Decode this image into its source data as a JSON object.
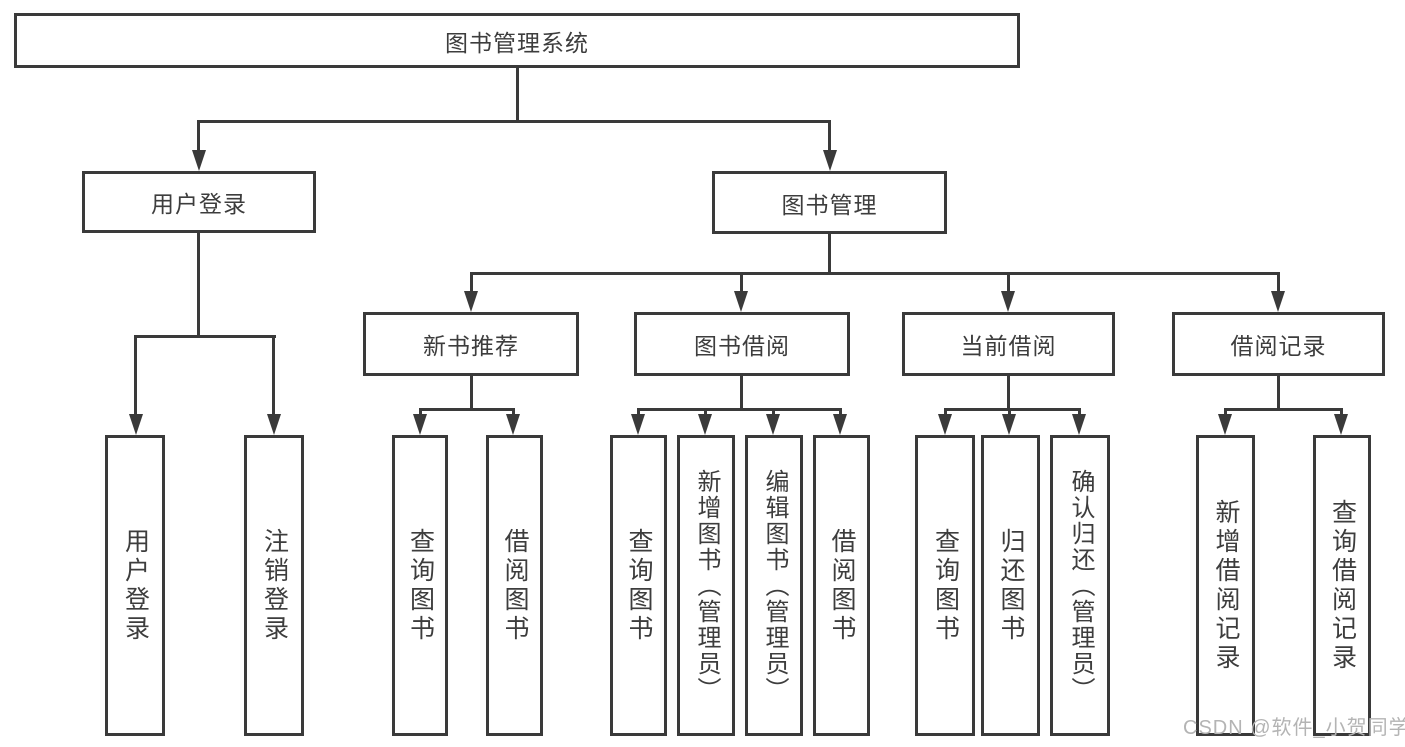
{
  "colors": {
    "line": "#3a3a3a",
    "text": "#3d3d3d",
    "watermark": "#b4b4b4",
    "background": "#ffffff"
  },
  "watermark": "CSDN @软件_小贺同学",
  "nodes": {
    "root": {
      "label": "图书管理系统"
    },
    "user_login": {
      "label": "用户登录"
    },
    "book_mgmt": {
      "label": "图书管理"
    },
    "new_book_rec": {
      "label": "新书推荐"
    },
    "book_borrow": {
      "label": "图书借阅"
    },
    "current_borrow": {
      "label": "当前借阅"
    },
    "borrow_record": {
      "label": "借阅记录"
    },
    "leaf_user_login": {
      "label": "用户登录"
    },
    "leaf_logout": {
      "label": "注销登录"
    },
    "leaf_nbr_query": {
      "label": "查询图书"
    },
    "leaf_nbr_borrow": {
      "label": "借阅图书"
    },
    "leaf_bb_query": {
      "label": "查询图书"
    },
    "leaf_bb_add": {
      "label": "新增图书（管理员）"
    },
    "leaf_bb_edit": {
      "label": "编辑图书（管理员）"
    },
    "leaf_bb_borrow": {
      "label": "借阅图书"
    },
    "leaf_cb_query": {
      "label": "查询图书"
    },
    "leaf_cb_return": {
      "label": "归还图书"
    },
    "leaf_cb_confirm": {
      "label": "确认归还（管理员）"
    },
    "leaf_br_add": {
      "label": "新增借阅记录"
    },
    "leaf_br_query": {
      "label": "查询借阅记录"
    }
  },
  "hierarchy": {
    "root": [
      "user_login",
      "book_mgmt"
    ],
    "user_login": [
      "leaf_user_login",
      "leaf_logout"
    ],
    "book_mgmt": [
      "new_book_rec",
      "book_borrow",
      "current_borrow",
      "borrow_record"
    ],
    "new_book_rec": [
      "leaf_nbr_query",
      "leaf_nbr_borrow"
    ],
    "book_borrow": [
      "leaf_bb_query",
      "leaf_bb_add",
      "leaf_bb_edit",
      "leaf_bb_borrow"
    ],
    "current_borrow": [
      "leaf_cb_query",
      "leaf_cb_return",
      "leaf_cb_confirm"
    ],
    "borrow_record": [
      "leaf_br_add",
      "leaf_br_query"
    ]
  }
}
